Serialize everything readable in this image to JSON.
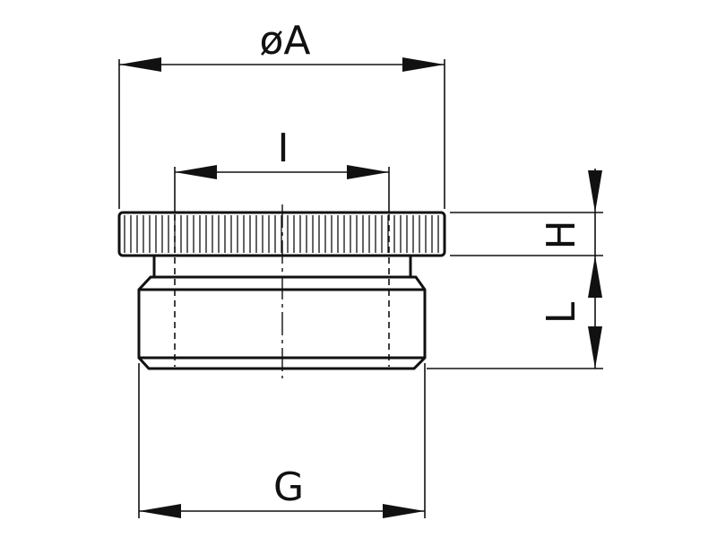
{
  "dimensions": {
    "outer_diameter": "øA",
    "inner": "I",
    "head_height": "H",
    "thread_length": "L",
    "thread": "G"
  },
  "colors": {
    "line": "#111111",
    "background": "#ffffff"
  }
}
